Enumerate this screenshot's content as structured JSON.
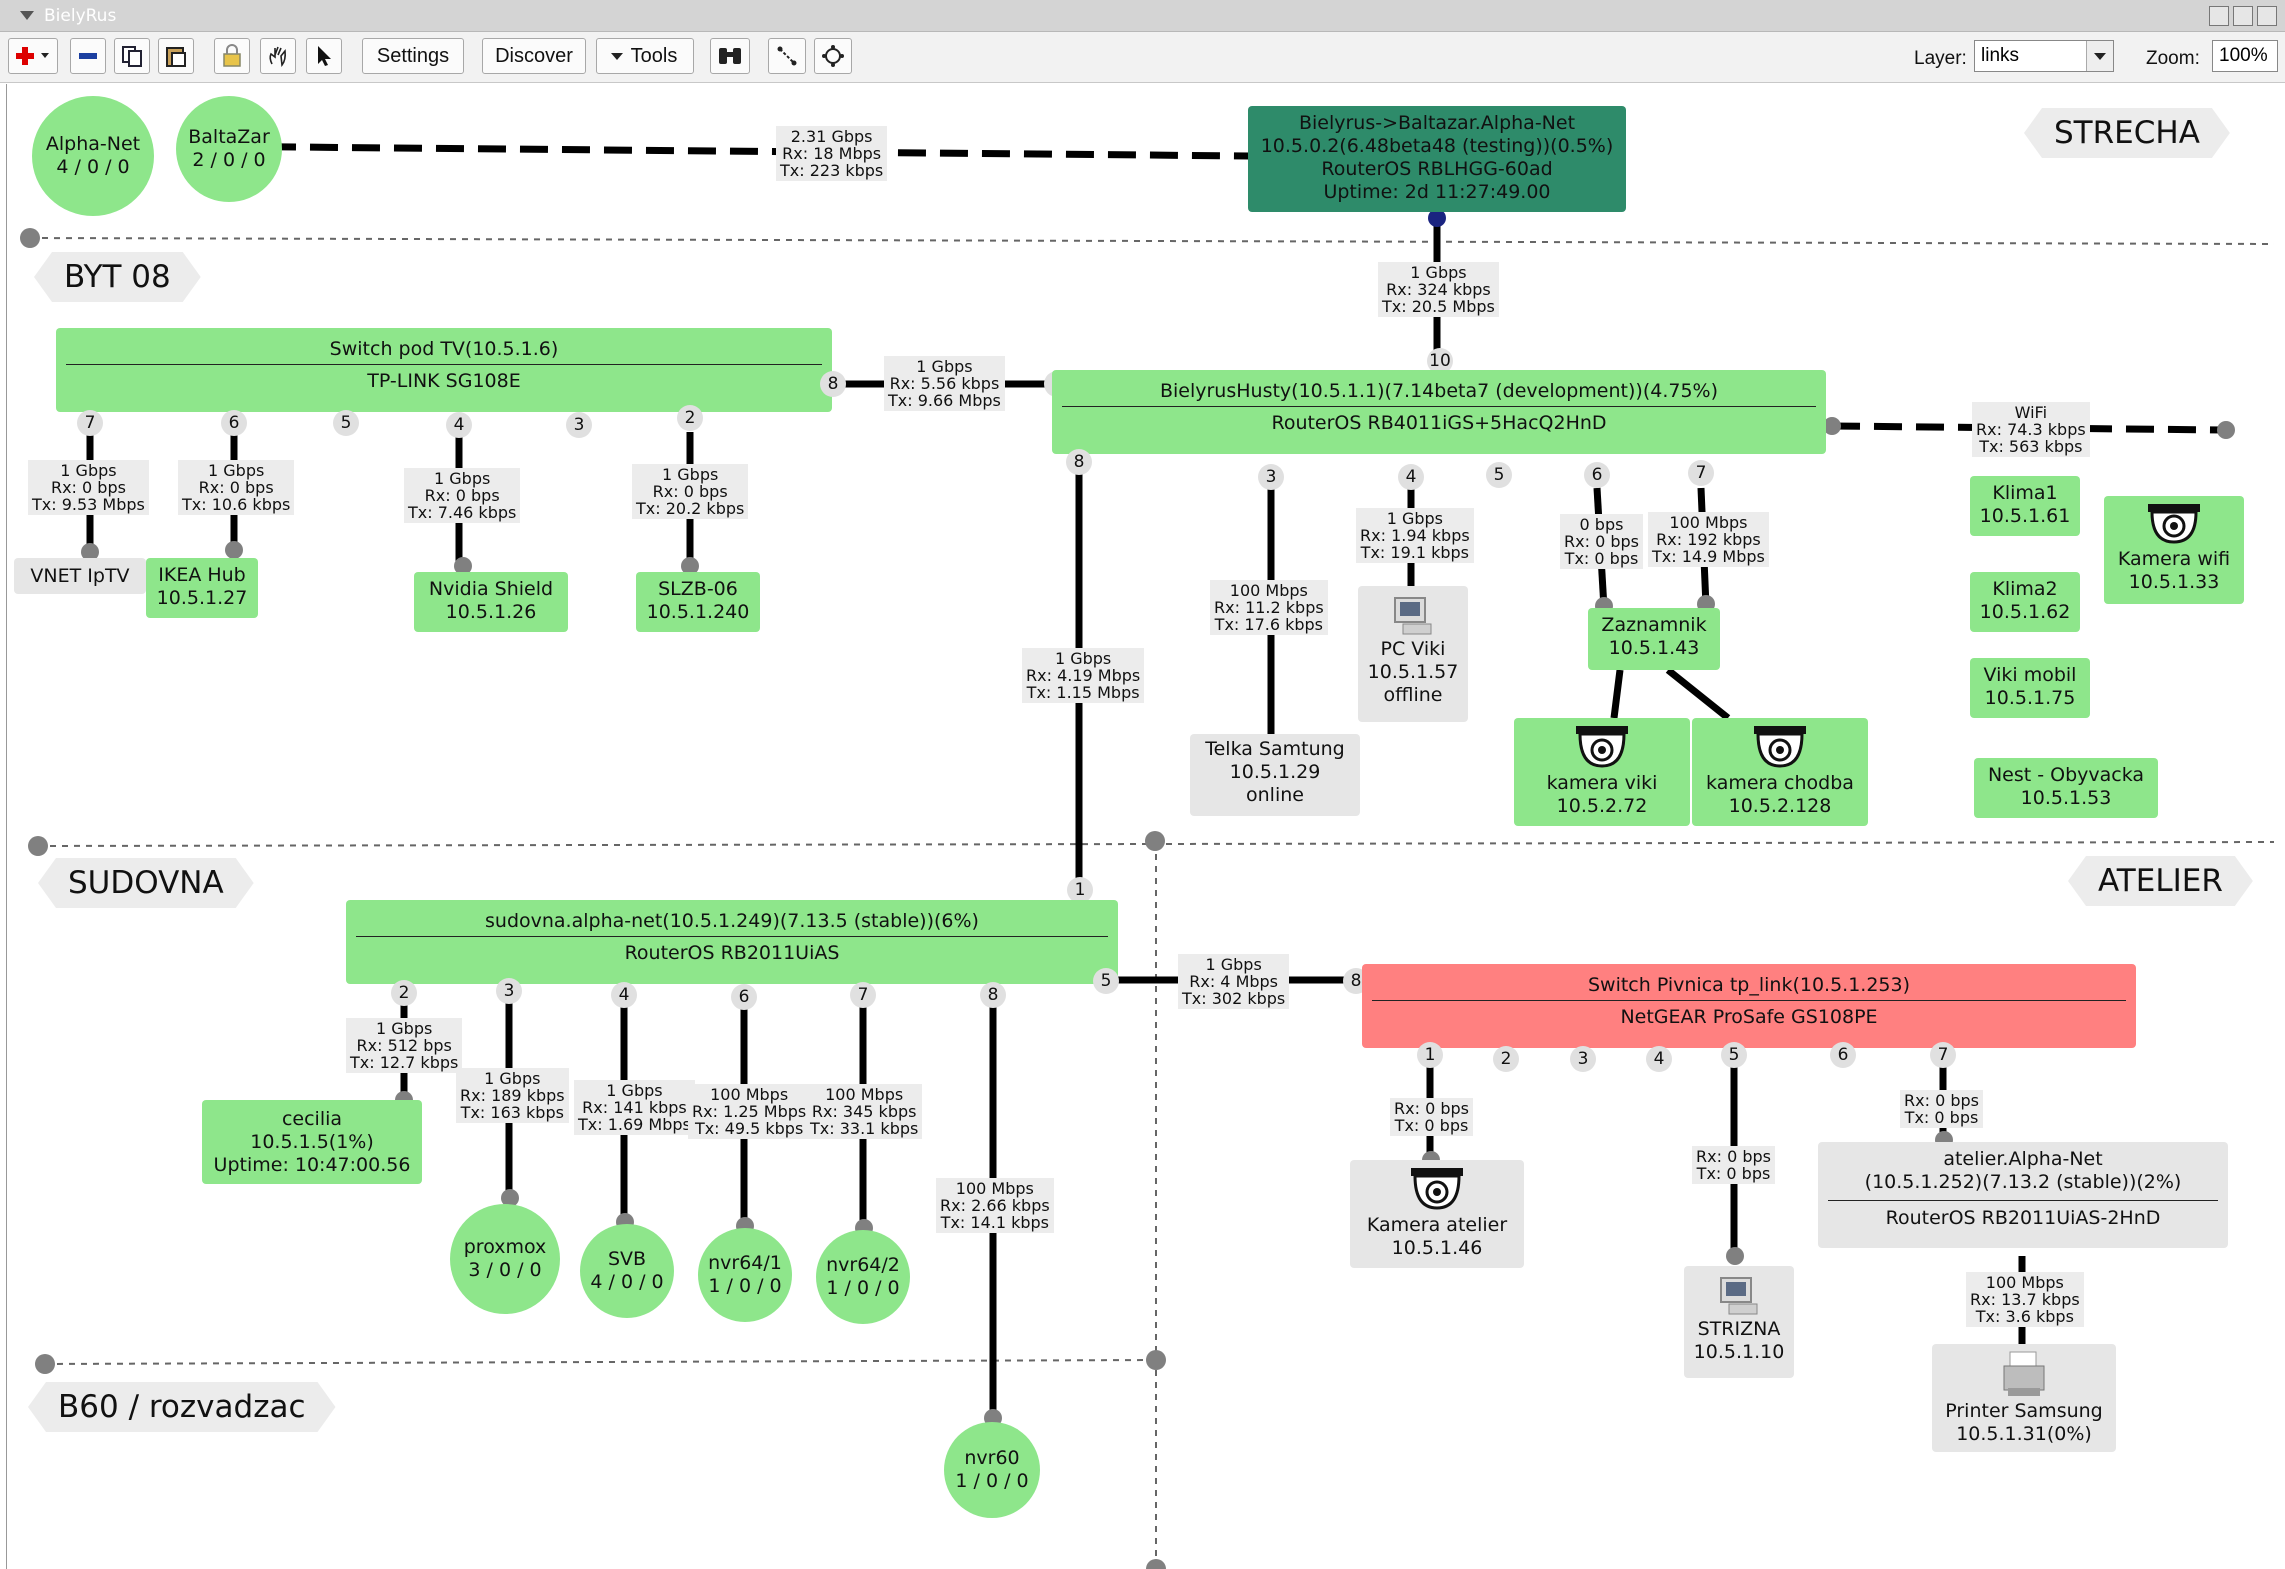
{
  "window": {
    "title": "BielyRus"
  },
  "toolbar": {
    "settings_label": "Settings",
    "discover_label": "Discover",
    "tools_label": "Tools",
    "layer_label": "Layer:",
    "layer_value": "links",
    "zoom_label": "Zoom:",
    "zoom_value": "100%"
  },
  "zones": {
    "strecha": "STRECHA",
    "byt08": "BYT 08",
    "sudovna": "SUDOVNA",
    "atelier": "ATELIER",
    "b60": "B60 / rozvadzac"
  },
  "nodes": {
    "alpha_net": {
      "name": "Alpha-Net",
      "stats": "4 / 0 / 0"
    },
    "baltazar": {
      "name": "BaltaZar",
      "stats": "2 / 0 / 0"
    },
    "bielyrus_baltazar": {
      "l1": "Bielyrus->Baltazar.Alpha-Net",
      "l2": "10.5.0.2(6.48beta48 (testing))(0.5%)",
      "l3": "RouterOS RBLHGG-60ad",
      "l4": "Uptime: 2d 11:27:49.00"
    },
    "switch_tv": {
      "l1": "Switch pod TV(10.5.1.6)",
      "l2": "TP-LINK SG108E"
    },
    "bielyrus_husty": {
      "l1": "BielyrusHusty(10.5.1.1)(7.14beta7 (development))(4.75%)",
      "l2": "RouterOS RB4011iGS+5HacQ2HnD"
    },
    "vnet": {
      "name": "VNET IpTV"
    },
    "ikea": {
      "name": "IKEA Hub",
      "ip": "10.5.1.27"
    },
    "nvidia": {
      "name": "Nvidia Shield",
      "ip": "10.5.1.26"
    },
    "slzb": {
      "name": "SLZB-06",
      "ip": "10.5.1.240"
    },
    "telka": {
      "name": "Telka Samtung",
      "ip": "10.5.1.29",
      "status": "online"
    },
    "pcviki": {
      "name": "PC Viki",
      "ip": "10.5.1.57",
      "status": "offline"
    },
    "zaznamnik": {
      "name": "Zaznamnik",
      "ip": "10.5.1.43"
    },
    "kamera_viki": {
      "name": "kamera viki",
      "ip": "10.5.2.72"
    },
    "kamera_chodba": {
      "name": "kamera chodba",
      "ip": "10.5.2.128"
    },
    "klima1": {
      "name": "Klima1",
      "ip": "10.5.1.61"
    },
    "klima2": {
      "name": "Klima2",
      "ip": "10.5.1.62"
    },
    "kamera_wifi": {
      "name": "Kamera wifi",
      "ip": "10.5.1.33"
    },
    "viki_mobil": {
      "name": "Viki mobil",
      "ip": "10.5.1.75"
    },
    "nest": {
      "name": "Nest - Obyvacka",
      "ip": "10.5.1.53"
    },
    "sudovna": {
      "l1": "sudovna.alpha-net(10.5.1.249)(7.13.5 (stable))(6%)",
      "l2": "RouterOS RB2011UiAS"
    },
    "cecilia": {
      "l1": "cecilia",
      "l2": "10.5.1.5(1%)",
      "l3": "Uptime: 10:47:00.56"
    },
    "proxmox": {
      "name": "proxmox",
      "stats": "3 / 0 / 0"
    },
    "svb": {
      "name": "SVB",
      "stats": "4 / 0 / 0"
    },
    "nvr64_1": {
      "name": "nvr64/1",
      "stats": "1 / 0 / 0"
    },
    "nvr64_2": {
      "name": "nvr64/2",
      "stats": "1 / 0 / 0"
    },
    "nvr60": {
      "name": "nvr60",
      "stats": "1 / 0 / 0"
    },
    "switch_pivnica": {
      "l1": "Switch Pivnica tp_link(10.5.1.253)",
      "l2": "NetGEAR ProSafe GS108PE"
    },
    "kamera_atelier": {
      "name": "Kamera atelier",
      "ip": "10.5.1.46"
    },
    "strizna": {
      "name": "STRIZNA",
      "ip": "10.5.1.10"
    },
    "atelier_net": {
      "l1": "atelier.Alpha-Net",
      "l2": "(10.5.1.252)(7.13.2 (stable))(2%)",
      "l3": "RouterOS RB2011UiAS-2HnD"
    },
    "printer": {
      "name": "Printer Samsung",
      "ip": "10.5.1.31(0%)"
    }
  },
  "links": {
    "baltazar_link": [
      "2.31 Gbps",
      "Rx: 18 Mbps",
      "Tx: 223 kbps"
    ],
    "husty_uplink": [
      "1 Gbps",
      "Rx: 324 kbps",
      "Tx: 20.5 Mbps"
    ],
    "tv_husty": [
      "1 Gbps",
      "Rx: 5.56 kbps",
      "Tx: 9.66 Mbps"
    ],
    "wifi": [
      "WiFi",
      "Rx: 74.3 kbps",
      "Tx: 563 kbps"
    ],
    "vnet": [
      "1 Gbps",
      "Rx: 0 bps",
      "Tx: 9.53 Mbps"
    ],
    "ikea": [
      "1 Gbps",
      "Rx: 0 bps",
      "Tx: 10.6 kbps"
    ],
    "nvidia": [
      "1 Gbps",
      "Rx: 0 bps",
      "Tx: 7.46 kbps"
    ],
    "slzb": [
      "1 Gbps",
      "Rx: 0 bps",
      "Tx: 20.2 kbps"
    ],
    "husty_sudovna": [
      "1 Gbps",
      "Rx: 4.19 Mbps",
      "Tx: 1.15 Mbps"
    ],
    "telka": [
      "100 Mbps",
      "Rx: 11.2 kbps",
      "Tx: 17.6 kbps"
    ],
    "pcviki": [
      "1 Gbps",
      "Rx: 1.94 kbps",
      "Tx: 19.1 kbps"
    ],
    "zaz6": [
      "0 bps",
      "Rx: 0 bps",
      "Tx: 0 bps"
    ],
    "zaz7": [
      "100 Mbps",
      "Rx: 192 kbps",
      "Tx: 14.9 Mbps"
    ],
    "sud_piv": [
      "1 Gbps",
      "Rx: 4 Mbps",
      "Tx: 302 kbps"
    ],
    "cecilia": [
      "1 Gbps",
      "Rx: 512 bps",
      "Tx: 12.7 kbps"
    ],
    "proxmox": [
      "1 Gbps",
      "Rx: 189 kbps",
      "Tx: 163 kbps"
    ],
    "svb": [
      "1 Gbps",
      "Rx: 141 kbps",
      "Tx: 1.69 Mbps"
    ],
    "nvr64_1": [
      "100 Mbps",
      "Rx: 1.25 Mbps",
      "Tx: 49.5 kbps"
    ],
    "nvr64_2": [
      "100 Mbps",
      "Rx: 345 kbps",
      "Tx: 33.1 kbps"
    ],
    "nvr60": [
      "100 Mbps",
      "Rx: 2.66 kbps",
      "Tx: 14.1 kbps"
    ],
    "kam_atelier": [
      "Rx: 0 bps",
      "Tx: 0 bps"
    ],
    "strizna": [
      "Rx: 0 bps",
      "Tx: 0 bps"
    ],
    "atelier_net": [
      "Rx: 0 bps",
      "Tx: 0 bps"
    ],
    "printer": [
      "100 Mbps",
      "Rx: 13.7 kbps",
      "Tx: 3.6 kbps"
    ]
  },
  "ports": {
    "p8": "8",
    "p2": "2",
    "p7": "7",
    "p6": "6",
    "p5": "5",
    "p4": "4",
    "p3": "3",
    "p10": "10",
    "p1": "1"
  },
  "colors": {
    "device_up": "#8ee68b",
    "device_unknown": "#e6e6e6",
    "router_dark": "#2e8b6a",
    "device_down": "#ff8080"
  }
}
